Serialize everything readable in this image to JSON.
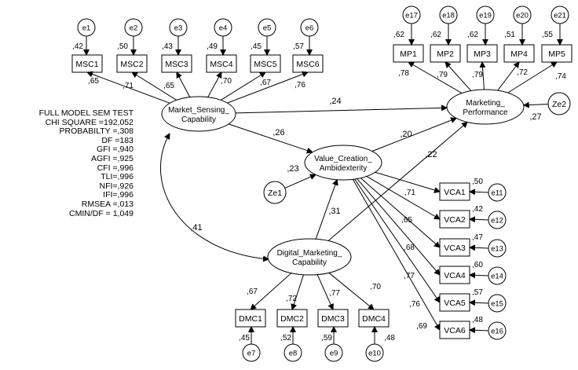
{
  "fit_stats": {
    "lines": [
      "FULL MODEL SEM TEST",
      "CHI SQUARE =192,052",
      "PROBABILTY =,308",
      "DF =183",
      "GFI =,940",
      "AGFI =,925",
      "CFI =,996",
      "TLI=,996",
      "NFI=,926",
      "IFI=,996",
      "RMSEA =,013",
      "CMIN/DF = 1,049"
    ]
  },
  "latents": [
    {
      "id": "MSC",
      "label": [
        "Market_Sensing_",
        "Capability"
      ]
    },
    {
      "id": "VCA",
      "label": [
        "Value_Creation_",
        "Ambidexterity"
      ]
    },
    {
      "id": "DMC",
      "label": [
        "Digital_Marketing_",
        "Capability"
      ]
    },
    {
      "id": "MP",
      "label": [
        "Marketing_",
        "Performance"
      ]
    }
  ],
  "indicators": [
    {
      "name": "MSC1",
      "error": "e1",
      "r2": ",42",
      "loading": ",65"
    },
    {
      "name": "MSC2",
      "error": "e2",
      "r2": ",50",
      "loading": ",71"
    },
    {
      "name": "MSC3",
      "error": "e3",
      "r2": ",43",
      "loading": ",65"
    },
    {
      "name": "MSC4",
      "error": "e4",
      "r2": ",49",
      "loading": ",70"
    },
    {
      "name": "MSC5",
      "error": "e5",
      "r2": ",45",
      "loading": ",67"
    },
    {
      "name": "MSC6",
      "error": "e6",
      "r2": ",57",
      "loading": ",76"
    },
    {
      "name": "MP1",
      "error": "e17",
      "r2": ",62",
      "loading": ",78"
    },
    {
      "name": "MP2",
      "error": "e18",
      "r2": ",62",
      "loading": ",79"
    },
    {
      "name": "MP3",
      "error": "e19",
      "r2": ",62",
      "loading": ",79"
    },
    {
      "name": "MP4",
      "error": "e20",
      "r2": ",51",
      "loading": ",72"
    },
    {
      "name": "MP5",
      "error": "e21",
      "r2": ",55",
      "loading": ",74"
    },
    {
      "name": "VCA1",
      "error": "e11",
      "r2": ",50",
      "loading": ",71"
    },
    {
      "name": "VCA2",
      "error": "e12",
      "r2": ",42",
      "loading": ",65"
    },
    {
      "name": "VCA3",
      "error": "e13",
      "r2": ",47",
      "loading": ",68"
    },
    {
      "name": "VCA4",
      "error": "e14",
      "r2": ",60",
      "loading": ",77"
    },
    {
      "name": "VCA5",
      "error": "e15",
      "r2": ",57",
      "loading": ",76"
    },
    {
      "name": "VCA6",
      "error": "e16",
      "r2": ",48",
      "loading": ",69"
    },
    {
      "name": "DMC1",
      "error": "e7",
      "r2": ",45",
      "loading": ",67"
    },
    {
      "name": "DMC2",
      "error": "e8",
      "r2": ",52",
      "loading": ",72"
    },
    {
      "name": "DMC3",
      "error": "e9",
      "r2": ",59",
      "loading": ",77"
    },
    {
      "name": "DMC4",
      "error": "e10",
      "r2": ",48",
      "loading": ",70"
    }
  ],
  "structural": [
    {
      "from": "MSC",
      "to": "MP",
      "coef": ",24"
    },
    {
      "from": "MSC",
      "to": "VCA",
      "coef": ",26"
    },
    {
      "from": "VCA",
      "to": "MP",
      "coef": ",20"
    },
    {
      "from": "DMC",
      "to": "MP",
      "coef": ",22"
    },
    {
      "from": "DMC",
      "to": "VCA",
      "coef": ",31"
    },
    {
      "from": "MSC",
      "to": "DMC",
      "coef": ",41",
      "type": "covariance"
    }
  ],
  "disturbances": [
    {
      "name": "Ze1",
      "target": "VCA",
      "r2": ",23"
    },
    {
      "name": "Ze2",
      "target": "MP",
      "r2": ",27"
    }
  ]
}
